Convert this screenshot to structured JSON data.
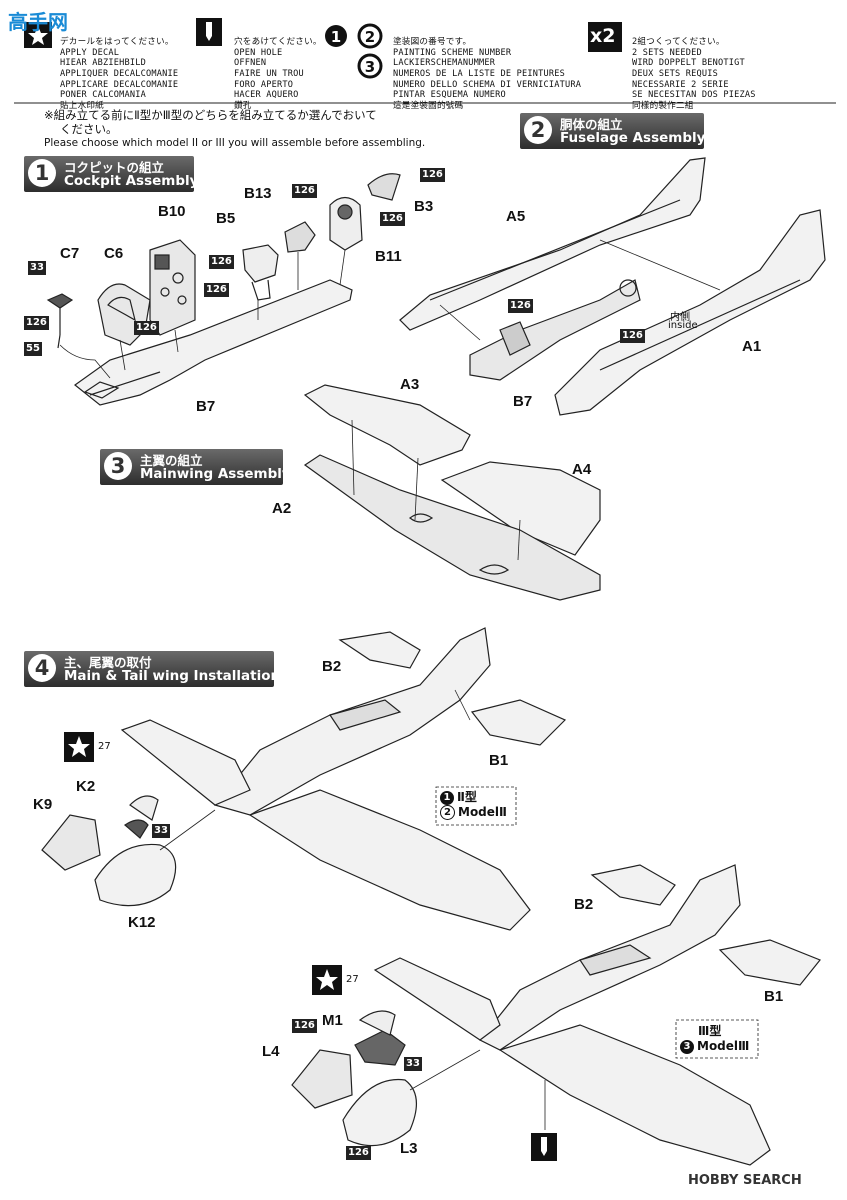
{
  "watermark_top": "高手网",
  "legend": {
    "decal": [
      "デカールをはってください。",
      "APPLY DECAL",
      "HIEAR ABZIEHBILD",
      "APPLIQUER DECALCOMANIE",
      "APPLICARE DECALCOMANIE",
      "PONER CALCOMANIA",
      "貼上水印紙"
    ],
    "hole": [
      "穴をあけてください。",
      "OPEN HOLE",
      "OFFNEN",
      "FAIRE UN TROU",
      "FORO APERTO",
      "HACER AQUERO",
      "鑽孔"
    ],
    "paint": [
      "塗装図の番号です。",
      "PAINTING SCHEME NUMBER",
      "LACKIERSCHEMANUMMER",
      "NUMEROS DE LA LISTE DE PEINTURES",
      "NUMERO DELLO SCHEMA DI VERNICIATURA",
      "PINTAR ESQUEMA NUMERO",
      "這是塗裝圖的號碼"
    ],
    "twice_label": "x2",
    "twice": [
      "2組つくってください。",
      "2 SETS NEEDED",
      "WIRD DOPPELT BENOTIGT",
      "DEUX SETS REQUIS",
      "NECESSARIE 2 SERIE",
      "SE NECESITAN DOS PIEZAS",
      "同樣的製作二組"
    ]
  },
  "notice": {
    "line1": "※組み立てる前にⅡ型かⅢ型のどちらを組み立てるか選んでおいて",
    "line2": "ください。",
    "line3": "Please choose which model II or III you will assemble before assembling."
  },
  "sections": [
    {
      "num": "1",
      "jp": "コクピットの組立",
      "en": "Cockpit Assembly"
    },
    {
      "num": "2",
      "jp": "胴体の組立",
      "en": "Fuselage Assembly"
    },
    {
      "num": "3",
      "jp": "主翼の組立",
      "en": "Mainwing Assembly"
    },
    {
      "num": "4",
      "jp": "主、尾翼の取付",
      "en": "Main & Tail wing Installation"
    }
  ],
  "parts_step1": [
    "C7",
    "C6",
    "B10",
    "B5",
    "B13",
    "B3",
    "B11",
    "B7"
  ],
  "parts_step2": [
    "A5",
    "A1",
    "B7"
  ],
  "inside": {
    "jp": "内側",
    "en": "inside"
  },
  "parts_step3": [
    "A3",
    "A4",
    "A2"
  ],
  "parts_step4": [
    "B2",
    "B1",
    "K2",
    "K9",
    "K12",
    "B2",
    "B1",
    "M1",
    "L4",
    "L3"
  ],
  "paint_codes": {
    "c126": "126",
    "c33": "33",
    "c55": "55",
    "c27": "27"
  },
  "models": [
    {
      "num1": "1",
      "name1": "Ⅱ型",
      "num2": "2",
      "name2": "ModelⅡ"
    },
    {
      "num1": "3",
      "name1": "Ⅲ型",
      "name2": "ModelⅢ"
    }
  ],
  "watermark_bottom": "HOBBY SEARCH"
}
